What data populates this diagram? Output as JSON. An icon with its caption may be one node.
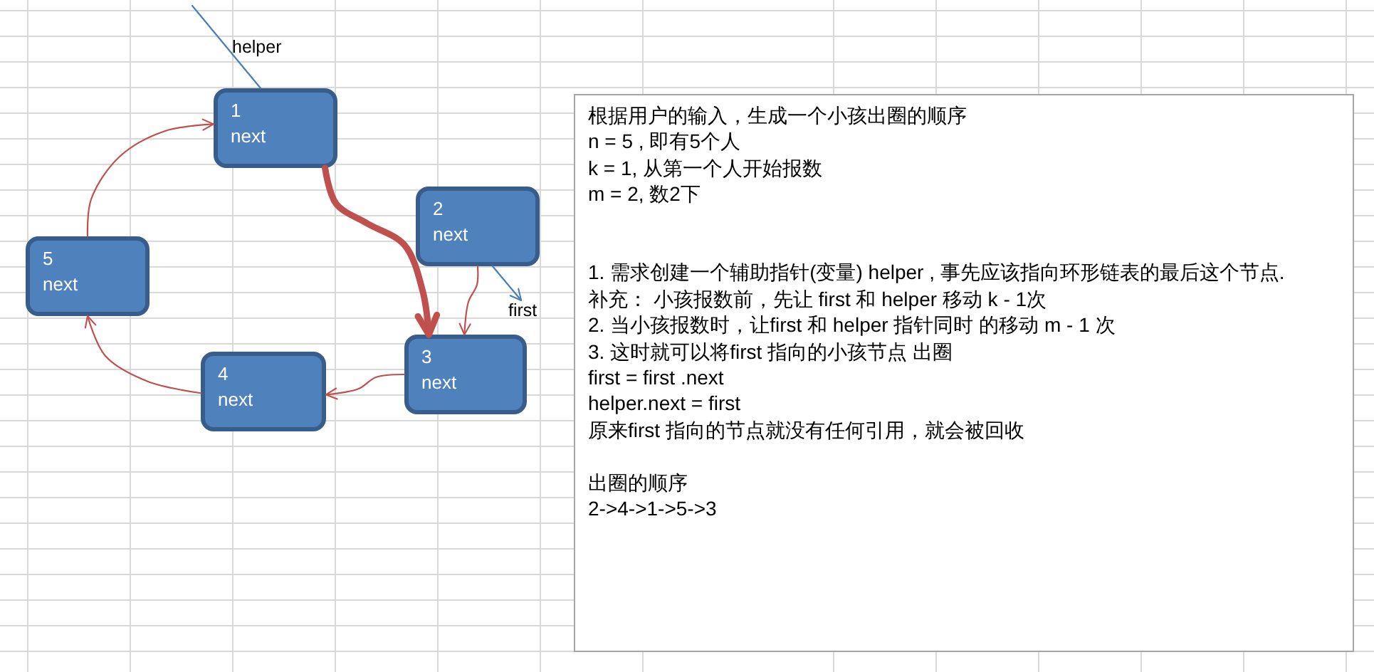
{
  "diagram": {
    "nodes": [
      {
        "text": [
          "1",
          "next"
        ]
      },
      {
        "text": [
          "2",
          "next"
        ]
      },
      {
        "text": [
          "3",
          "next"
        ]
      },
      {
        "text": [
          "4",
          "next"
        ]
      },
      {
        "text": [
          "5",
          "next"
        ]
      },
      {
        "text": [
          "根据用户的输入，生成一个小孩出圈的顺序",
          "n = 5 , 即有5个人",
          "k = 1, 从第一个人开始报数",
          "m = 2, 数2下",
          "1. 需求创建一个辅助指针(变量) helper , 事先应该指向环形链表的最后这个节点.",
          "补充： 小孩报数前，先让 first 和 helper 移动 k - 1次",
          "2. 当小孩报数时，让first 和 helper 指针同时 的移动 m - 1 次",
          "3. 这时就可以将first 指向的小孩节点 出圈",
          "first = first .next",
          "helper.next = first",
          "原来first 指向的节点就没有任何引用，就会被回收",
          "出圈的顺序",
          "2->4->1->5->3"
        ]
      },
      {
        "text": [
          "first"
        ]
      }
    ],
    "edges": [
      {
        "from": 4,
        "to": 0,
        "arrow": "to"
      },
      {
        "from": 1,
        "to": 2,
        "arrow": "to"
      },
      {
        "from": 2,
        "to": 3,
        "arrow": "to"
      },
      {
        "from": 3,
        "to": 4,
        "arrow": "to"
      },
      {
        "from": 0,
        "to": 2,
        "arrow": "to",
        "style": "thick"
      },
      {
        "from": null,
        "to": 0,
        "arrow": "none",
        "color": "#4a7ebb"
      },
      {
        "from": 1,
        "to": 6,
        "arrow": "to",
        "color": "#4a7ebb"
      }
    ],
    "labels": [
      "helper"
    ]
  }
}
